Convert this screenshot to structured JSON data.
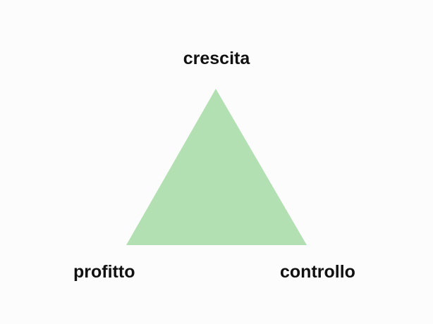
{
  "diagram": {
    "top_label": "crescita",
    "bottom_left_label": "profitto",
    "bottom_right_label": "controllo",
    "triangle_color": "#b2e0b2",
    "background_color": "#fcfcfc",
    "text_color": "#111111"
  }
}
